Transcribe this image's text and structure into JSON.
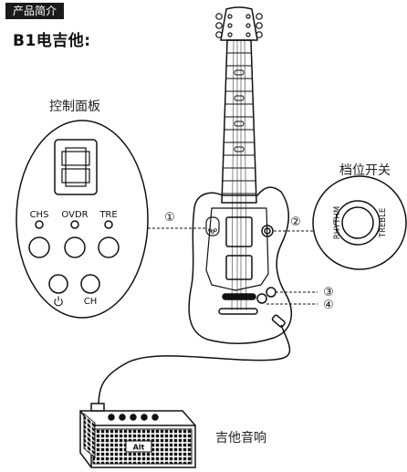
{
  "section_tag": "产品简介",
  "product_title": "B1电吉他:",
  "labels": {
    "control_panel": "控制面板",
    "tone_switch": "档位开关",
    "amp": "吉他音响"
  },
  "panel": {
    "display_digit": "8",
    "knobs": [
      "CHS",
      "OVDR",
      "TRE"
    ],
    "button_ch": "CH"
  },
  "switch": {
    "left": "RHYTHM",
    "right": "TREBLE"
  },
  "callouts": [
    "①",
    "②",
    "③",
    "④"
  ],
  "amp_logo": "Alt"
}
